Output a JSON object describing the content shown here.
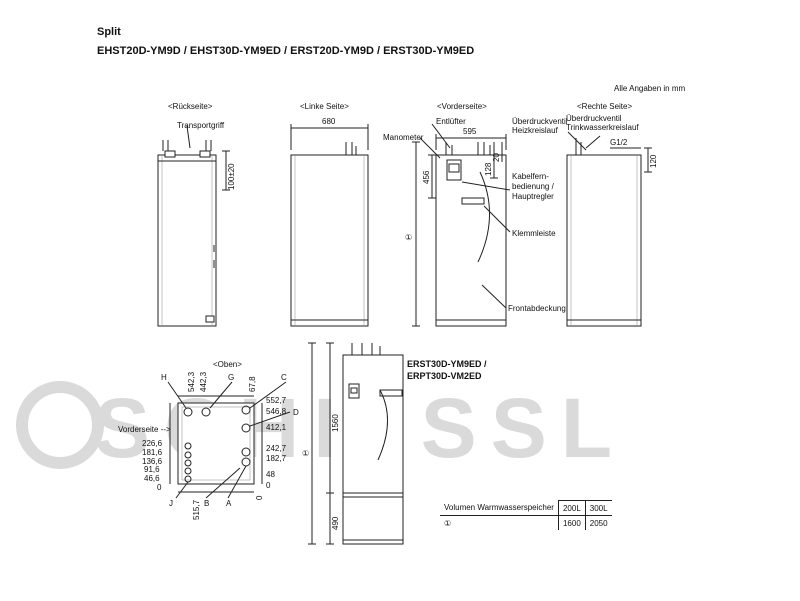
{
  "header": {
    "series": "Split",
    "models": "EHST20D-YM9D / EHST30D-YM9ED / ERST20D-YM9D / ERST30D-YM9ED",
    "units_note": "Alle Angaben in mm"
  },
  "views": {
    "rear": {
      "title": "<Rückseite>",
      "transport_handle": "Transportgriff",
      "dim_handle": "100±20"
    },
    "left": {
      "title": "<Linke Seite>",
      "dim_depth": "680"
    },
    "front": {
      "title": "<Vorderseite>",
      "dim_width": "595",
      "dim_456": "456",
      "dim_128": "128",
      "dim_20": "20",
      "manometer": "Manometer",
      "vent": "Entlüfter",
      "remote_l1": "Kabelfern-",
      "remote_l2": "bedienung /",
      "remote_l3": "Hauptregler",
      "terminal": "Klemmleiste",
      "cover": "Frontabdeckung",
      "height_symbol": "①"
    },
    "right": {
      "title": "<Rechte Seite>",
      "valve_heating_l1": "Überdruckventil",
      "valve_heating_l2": "Heizkreislauf",
      "valve_dhw_l1": "Überdruckventil",
      "valve_dhw_l2": "Trinkwasserkreislauf",
      "thread": "G1/2",
      "dim_120": "120"
    },
    "top": {
      "title": "<Oben>",
      "front_side": "Vorderseite -->",
      "top_dims": [
        "542,3",
        "442,3",
        "67,8"
      ],
      "right_dims": [
        "552,7",
        "546,8",
        "412,1",
        "242,7",
        "182,7",
        "48",
        "0"
      ],
      "left_dims": [
        "226,6",
        "181,6",
        "136,6",
        "91,6",
        "46,6",
        "0"
      ],
      "bottom_dims": [
        "515,7",
        "0"
      ],
      "labels": {
        "H": "H",
        "G": "G",
        "C": "C",
        "D": "D",
        "J": "J",
        "B": "B",
        "A": "A"
      }
    },
    "tall": {
      "models_l1": "ERST30D-YM9ED /",
      "models_l2": "ERPT30D-VM2ED",
      "dim_upper": "1560",
      "dim_lower": "490",
      "height_symbol": "①"
    }
  },
  "volume_table": {
    "header": "Volumen Warmwasserspeicher",
    "cols": [
      "200L",
      "300L"
    ],
    "row_label": "①",
    "row_values": [
      "1600",
      "2050"
    ]
  },
  "watermark": {
    "text": "SCHIESSL",
    "color": "#dadada"
  }
}
